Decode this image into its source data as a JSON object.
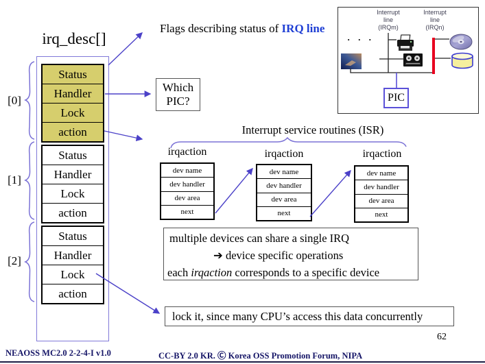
{
  "slide": {
    "page_number": "62",
    "footer_left": "NEAOSS MC2.0 2-2-4-I v1.0",
    "footer_center": "CC-BY 2.0 KR. Ⓒ Korea OSS Promotion Forum, NIPA"
  },
  "irq_desc": {
    "title": "irq_desc[]",
    "index_labels": [
      "[0]",
      "[1]",
      "[2]"
    ],
    "fields": [
      "Status",
      "Handler",
      "Lock",
      "action"
    ]
  },
  "annotations": {
    "flags_text": "Flags describing status of ",
    "flags_highlight": "IRQ line",
    "which_pic_line1": "Which",
    "which_pic_line2": "PIC?",
    "isr_heading": "Interrupt service routines (ISR)",
    "info_line1": "multiple devices can share a single IRQ",
    "info_line2": "➔ device specific operations",
    "info_line3_pre": "each ",
    "info_line3_em": "irqaction",
    "info_line3_post": " corresponds to a specific device",
    "lock_note": "lock it, since many CPU’s access this data concurrently"
  },
  "irqaction": {
    "title": "irqaction",
    "fields": [
      "dev name",
      "dev handler",
      "dev area",
      "next"
    ]
  },
  "inset": {
    "irqm_label": "Interrupt\nline\n(IRQm)",
    "irqn_label": "Interrupt\nline\n(IRQn)",
    "dots": "· · ·",
    "pic_label": "PIC",
    "icons": [
      "photo-thumbnail",
      "printer-icon",
      "tape-drive-icon",
      "cd-disc-icon",
      "disk-cylinder-icon"
    ]
  },
  "colors": {
    "accent_purple": "#4b41c8",
    "container_purple": "#8078d8",
    "cell_yellow": "#d6ce6d",
    "highlight_blue": "#1f3fd4",
    "irq_line_red": "#e8001e",
    "footer_navy": "#141466"
  }
}
